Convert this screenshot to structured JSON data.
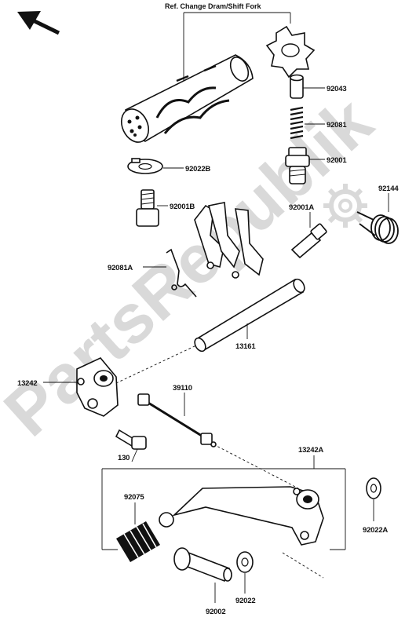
{
  "header": {
    "ref_note": "Ref. Change Dram/Shift Fork"
  },
  "watermark": {
    "text": "PartsRepublik"
  },
  "labels": {
    "p92043": "92043",
    "p92081": "92081",
    "p92001": "92001",
    "p92022B": "92022B",
    "p92001B": "92001B",
    "p92144": "92144",
    "p92001A": "92001A",
    "p92081A": "92081A",
    "p13161": "13161",
    "p13242": "13242",
    "p39110": "39110",
    "p130": "130",
    "p13242A": "13242A",
    "p92075": "92075",
    "p92022A": "92022A",
    "p92022": "92022",
    "p92002": "92002"
  },
  "colors": {
    "ink": "#111111",
    "watermark": "#d9d9d9",
    "paper": "#ffffff"
  },
  "icons": {
    "direction": "front-arrow-icon",
    "watermark_logo": "gear-logo-icon"
  }
}
